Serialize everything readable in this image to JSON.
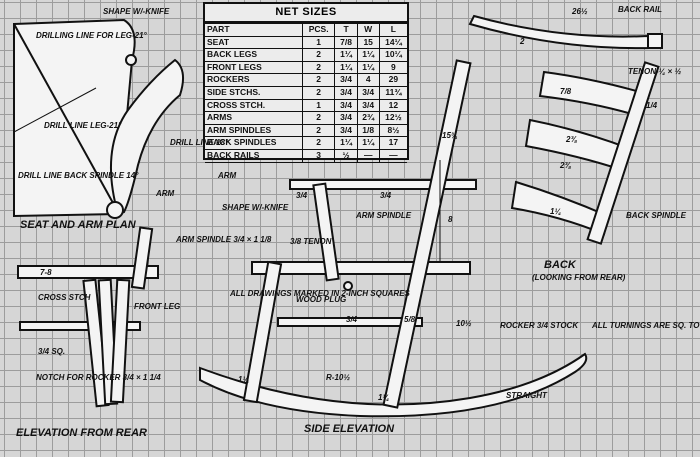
{
  "net_sizes": {
    "title": "NET SIZES",
    "headers": [
      "PART",
      "PCS.",
      "T",
      "W",
      "L"
    ],
    "rows": [
      [
        "SEAT",
        "1",
        "7/8",
        "15",
        "14¼"
      ],
      [
        "BACK LEGS",
        "2",
        "1¼",
        "1¼",
        "10¼"
      ],
      [
        "FRONT LEGS",
        "2",
        "1¼",
        "1¼",
        "9"
      ],
      [
        "ROCKERS",
        "2",
        "3/4",
        "4",
        "29"
      ],
      [
        "SIDE STCHS.",
        "2",
        "3/4",
        "3/4",
        "11¾"
      ],
      [
        "CROSS STCH.",
        "1",
        "3/4",
        "3/4",
        "12"
      ],
      [
        "ARMS",
        "2",
        "3/4",
        "2¾",
        "12½"
      ],
      [
        "ARM SPINDLES",
        "2",
        "3/4",
        "1/8",
        "8½"
      ],
      [
        "BACK SPINDLES",
        "2",
        "1¼",
        "1¼",
        "17"
      ],
      [
        "BACK RAILS",
        "3",
        "½",
        "—",
        "—"
      ]
    ]
  },
  "seat_plan": {
    "title": "SEAT AND ARM PLAN",
    "drilling_line": "DRILLING LINE FOR LEG-21°",
    "shape_knife": "SHAPE W/-KNIFE",
    "drill_line_22": "DRILL LINE LEG-21°",
    "drill_line_18": "DRILL LINE 18°",
    "drill_line_back": "DRILL LINE BACK SPINDLE 14°",
    "arm": "ARM"
  },
  "rear_view": {
    "title": "ELEVATION FROM REAR",
    "arm_spindle": "ARM SPINDLE 3/4 × 1 1/8",
    "seat_dim": "7-8",
    "cross_stch": "CROSS STCH",
    "front_leg": "FRONT LEG",
    "sq": "3/4 SQ.",
    "notch": "NOTCH FOR ROCKER 3/4 × 1 1/4"
  },
  "side_view": {
    "title": "SIDE ELEVATION",
    "arm": "ARM",
    "shape_knife": "SHAPE W/-KNIFE",
    "tenon": "3/8 TENON",
    "arm_spindle": "ARM SPINDLE",
    "drawings_note": "ALL DRAWINGS MARKED IN 2-INCH SQUARES",
    "wood_plug": "WOOD PLUG",
    "rocker": "ROCKER 3/4 STOCK",
    "turnings_note": "ALL TURNINGS ARE SQ. TO RD.",
    "straight": "STRAIGHT",
    "radius": "R-10½",
    "dims": {
      "d1": "3/4",
      "d2": "3/4",
      "d3": "15¾",
      "d4": "8",
      "d5": "3/4",
      "d6": "5/8",
      "d7": "10½",
      "d8": "1¼",
      "d9": "1¼"
    }
  },
  "back_view": {
    "title": "BACK",
    "subtitle": "(LOOKING FROM REAR)",
    "back_rail": "BACK RAIL",
    "back_rail_dim": "26½",
    "tenon": "TENON-¼ × ½",
    "back_spindle": "BACK SPINDLE",
    "dims": {
      "a": "7/8",
      "b": "1/4",
      "c": "2⅜",
      "d": "2⅜",
      "e": "1¼",
      "f": "2"
    }
  }
}
